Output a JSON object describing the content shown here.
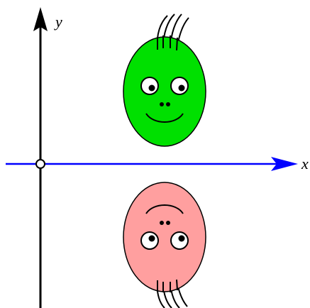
{
  "axes": {
    "x_label": "x",
    "y_label": "y",
    "x_axis_color": "#0000ff",
    "y_axis_color": "#000000",
    "origin_marker": "hollow-circle"
  },
  "faces": {
    "upper": {
      "fill": "#00e000",
      "stroke": "#000000",
      "expression": "smile",
      "features": [
        "hair-strands",
        "eyes",
        "nose-dots",
        "mouth"
      ]
    },
    "lower": {
      "fill": "#ff9f9f",
      "stroke": "#000000",
      "expression": "reflected-across-x-axis",
      "features": [
        "hair-strands",
        "eyes",
        "nose-dots",
        "mouth"
      ]
    }
  }
}
